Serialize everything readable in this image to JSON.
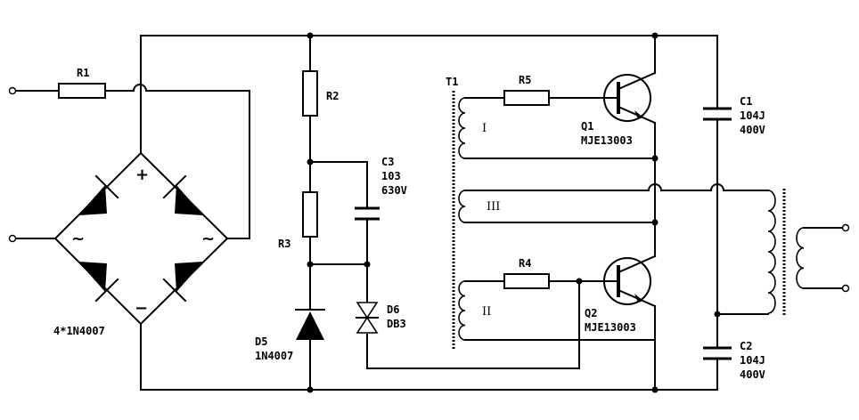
{
  "components": {
    "R1": "R1",
    "R2": "R2",
    "R3": "R3",
    "R4": "R4",
    "R5": "R5",
    "bridge": "4*1N4007",
    "bridge_plus": "+",
    "bridge_minus": "−",
    "bridge_ac": "~",
    "C1": {
      "name": "C1",
      "value": "104J",
      "voltage": "400V"
    },
    "C2": {
      "name": "C2",
      "value": "104J",
      "voltage": "400V"
    },
    "C3": {
      "name": "C3",
      "value": "103",
      "voltage": "630V"
    },
    "D5": {
      "name": "D5",
      "part": "1N4007"
    },
    "D6": {
      "name": "D6",
      "part": "DB3"
    },
    "Q1": {
      "name": "Q1",
      "part": "MJE13003"
    },
    "Q2": {
      "name": "Q2",
      "part": "MJE13003"
    },
    "T1": {
      "name": "T1",
      "windings": [
        "I",
        "III",
        "II"
      ]
    }
  }
}
